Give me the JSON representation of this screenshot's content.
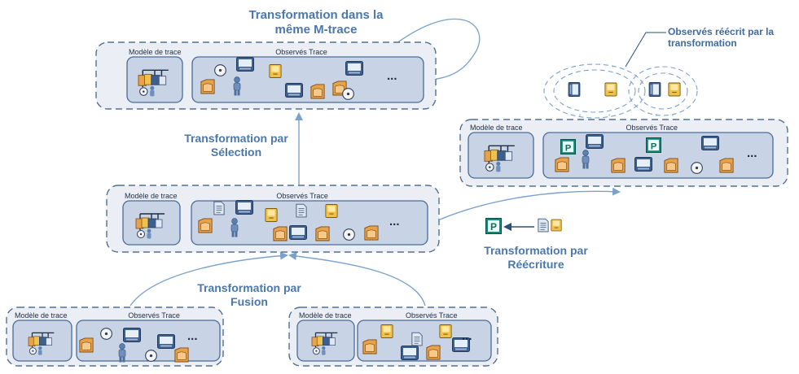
{
  "common": {
    "model_label": "Modèle de trace",
    "trace_label": "Observés Trace",
    "ellipsis": "..."
  },
  "labels": {
    "same_mtrace": "Transformation dans la même M-trace",
    "selection": "Transformation par Sélection",
    "fusion": "Transformation par Fusion",
    "rewrite": "Transformation par Réécriture",
    "rewritten_note": "Observés réécrit par la transformation"
  },
  "colors": {
    "box_fill": "#ebeef4",
    "inner_fill": "#c8d4e6",
    "border": "#4a6b99",
    "dashed": "#52708f",
    "arrow": "#7aa2cc",
    "text_blue": "#4a78ad"
  },
  "icons": [
    "video-icon",
    "cd-icon",
    "person-icon",
    "document-icon",
    "audio-icon",
    "folder-icon",
    "p-icon"
  ]
}
